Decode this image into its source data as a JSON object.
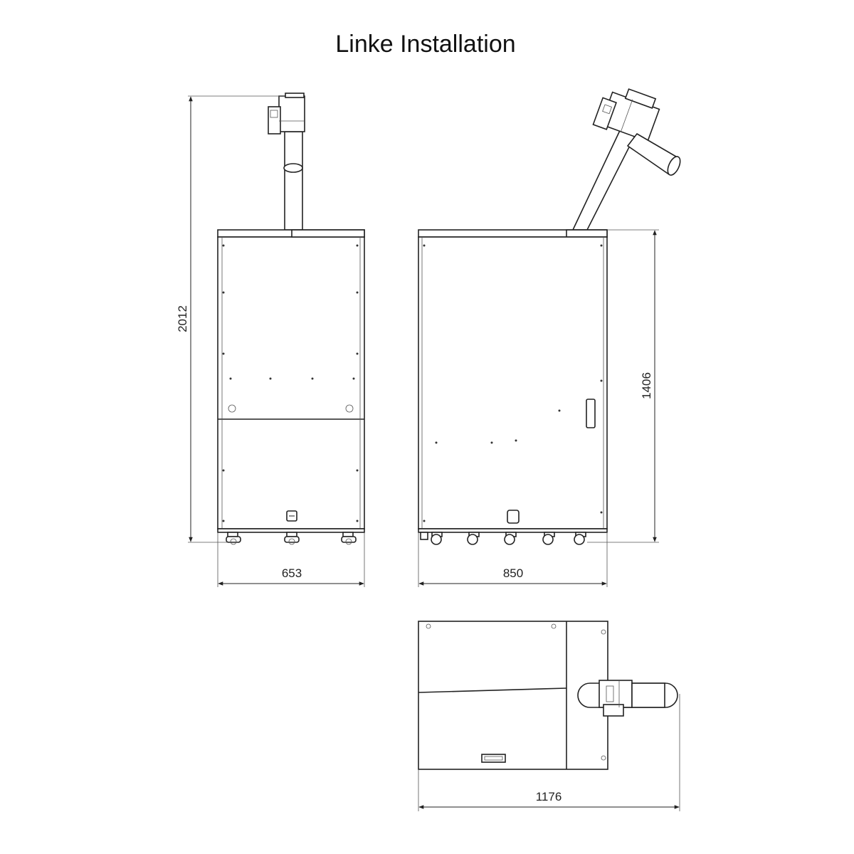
{
  "title": "Linke Installation",
  "dimensions": {
    "front_height": "2012",
    "front_width": "653",
    "side_height": "1406",
    "side_width": "850",
    "top_width": "1176"
  },
  "colors": {
    "line": "#222222",
    "background": "#ffffff"
  }
}
